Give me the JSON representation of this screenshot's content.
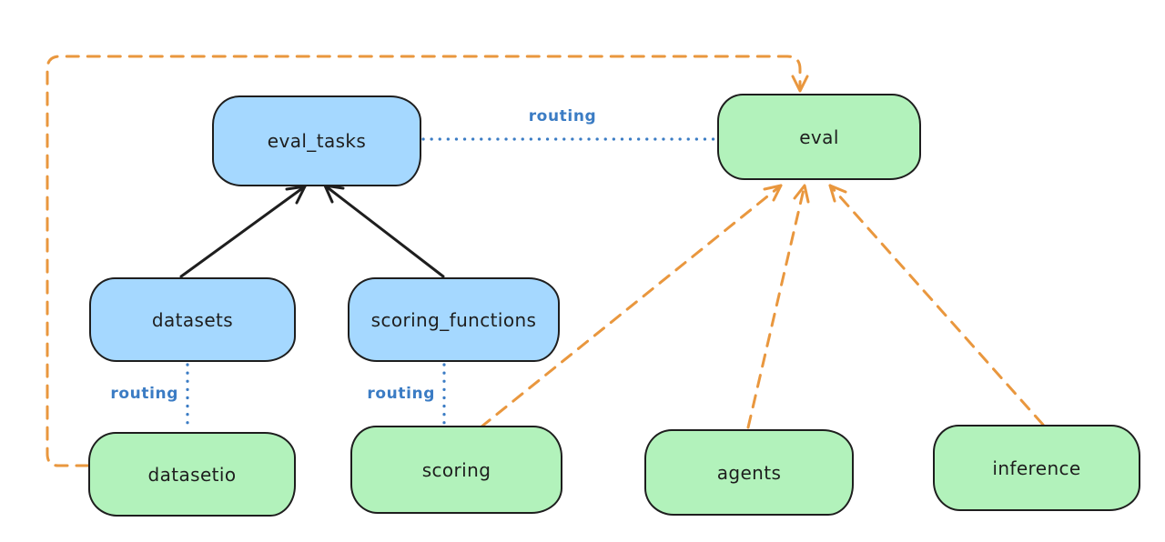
{
  "diagram": {
    "nodes": [
      {
        "id": "eval_tasks",
        "label": "eval_tasks",
        "fill": "blue"
      },
      {
        "id": "eval",
        "label": "eval",
        "fill": "green"
      },
      {
        "id": "datasets",
        "label": "datasets",
        "fill": "blue"
      },
      {
        "id": "scoring_functions",
        "label": "scoring_functions",
        "fill": "blue"
      },
      {
        "id": "datasetio",
        "label": "datasetio",
        "fill": "green"
      },
      {
        "id": "scoring",
        "label": "scoring",
        "fill": "green"
      },
      {
        "id": "agents",
        "label": "agents",
        "fill": "green"
      },
      {
        "id": "inference",
        "label": "inference",
        "fill": "green"
      }
    ],
    "edge_labels": [
      {
        "id": "routing-eval_tasks-eval",
        "label": "routing"
      },
      {
        "id": "routing-datasets-datasetio",
        "label": "routing"
      },
      {
        "id": "routing-scoring_functions-scoring",
        "label": "routing"
      }
    ],
    "colors": {
      "background": "#ffffff",
      "blue_node_fill": "#a5d8ff",
      "green_node_fill": "#b2f2bb",
      "node_border": "#1e1e1e",
      "solid_arrow": "#1e1e1e",
      "routing_blue": "#3b7cc4",
      "dashed_orange": "#e9973e"
    }
  }
}
